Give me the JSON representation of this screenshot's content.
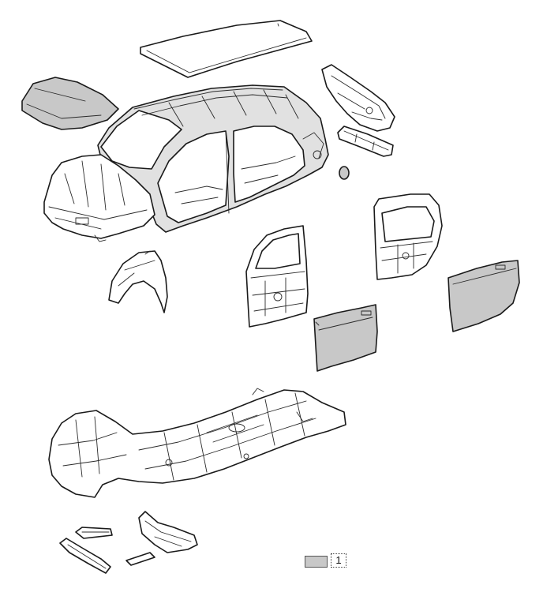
{
  "diagram": {
    "parts": [
      {
        "id": "roof-panel",
        "shaded": false
      },
      {
        "id": "hood-panel",
        "shaded": true
      },
      {
        "id": "body-side-frame",
        "shaded": true
      },
      {
        "id": "tailgate-inner-panel",
        "shaded": false
      },
      {
        "id": "rear-bumper-beam",
        "shaded": false
      },
      {
        "id": "fuel-filler-door",
        "shaded": true
      },
      {
        "id": "front-fender",
        "shaded": false
      },
      {
        "id": "front-door-inner-panel",
        "shaded": false
      },
      {
        "id": "front-door-outer-panel",
        "shaded": true
      },
      {
        "id": "rear-door-inner-panel",
        "shaded": false
      },
      {
        "id": "rear-door-outer-panel",
        "shaded": true
      },
      {
        "id": "underbody-floor-assembly",
        "shaded": false
      },
      {
        "id": "front-crossmember-rails",
        "shaded": false
      }
    ]
  },
  "colors": {
    "shaded_fill": "#c8c8c8",
    "outline": "#1a1a1a",
    "background": "#ffffff"
  },
  "legend": {
    "label": "1",
    "meaning_color": "#c8c8c8"
  }
}
